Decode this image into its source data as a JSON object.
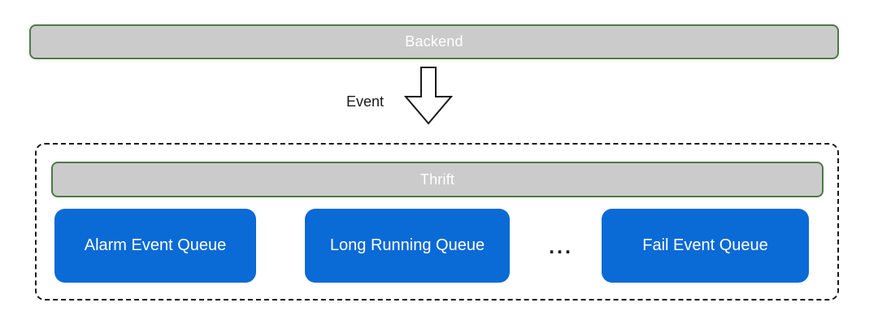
{
  "diagram": {
    "backend": {
      "label": "Backend"
    },
    "event_arrow": {
      "label": "Event",
      "direction": "down"
    },
    "thrift_container": {
      "thrift": {
        "label": "Thrift"
      },
      "queues": [
        {
          "label": "Alarm Event Queue"
        },
        {
          "label": "Long Running Queue"
        },
        {
          "label": "Fail Event Queue"
        }
      ],
      "ellipsis": "..."
    },
    "colors": {
      "bar_fill": "#cbcbcb",
      "bar_border": "#4d7a46",
      "bar_text": "#ffffff",
      "queue_fill": "#0a6ad6",
      "queue_text": "#ffffff",
      "dashed_border": "#1a1a1a",
      "arrow_outline": "#1a1a1a",
      "label_text": "#1a1a1a",
      "background": "#ffffff"
    }
  }
}
